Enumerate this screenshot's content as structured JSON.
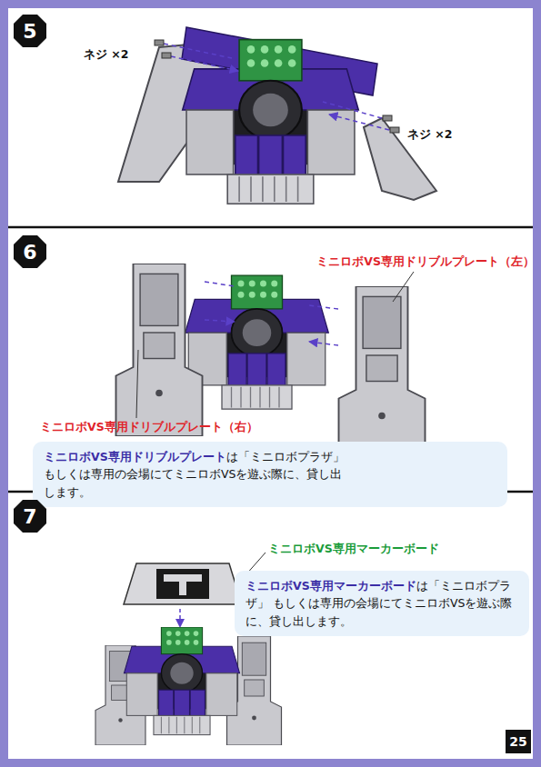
{
  "diagram": {
    "nodes": [
      {
        "text": [
          "5"
        ]
      },
      {
        "text": [
          "6"
        ]
      },
      {
        "text": [
          "ミニロボVS専用ドリブルプレート",
          "は「ミニロボプラザ」 もしくは専用の会場にてミニロボVSを遊ぶ際に、貸し出します。"
        ]
      },
      {
        "text": [
          "7"
        ]
      },
      {
        "text": [
          "ミニロボVS専用マーカーボード",
          "は「ミニロボプラザ」 もしくは専用の会場にてミニロボVSを遊ぶ際に、貸し出します。"
        ]
      },
      {
        "text": [
          "25"
        ]
      }
    ],
    "labels": [
      "ネジ ×2",
      "ネジ ×2",
      "ミニロボVS専用ドリブルプレート（左）",
      "ミニロボVS専用ドリブルプレート（右）",
      "ミニロボVS専用マーカーボード"
    ]
  }
}
